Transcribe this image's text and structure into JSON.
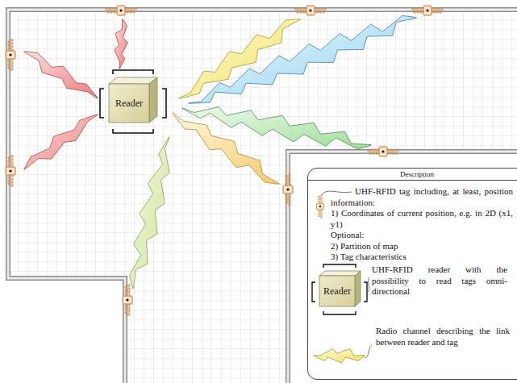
{
  "diagram": {
    "nodes": [
      {
        "text": [
          "Reader"
        ]
      },
      {
        "text": [
          "Description"
        ]
      },
      {
        "text": [
          "Reader"
        ],
        "in": 1
      }
    ],
    "labels": [
      "1) Coordinates of current position, e.g. in 2D (x1, y1)",
      "Optional:",
      "2) Partition of map",
      "3) Tag characteristics"
    ],
    "legend": [
      {
        "text": "UHF-RFID tag including, at least, position information:"
      },
      {
        "text": "UHF-RFID reader with the possibility to read tags omni-directional"
      },
      {
        "text": "Radio channel describing the link between reader and tag"
      }
    ]
  }
}
